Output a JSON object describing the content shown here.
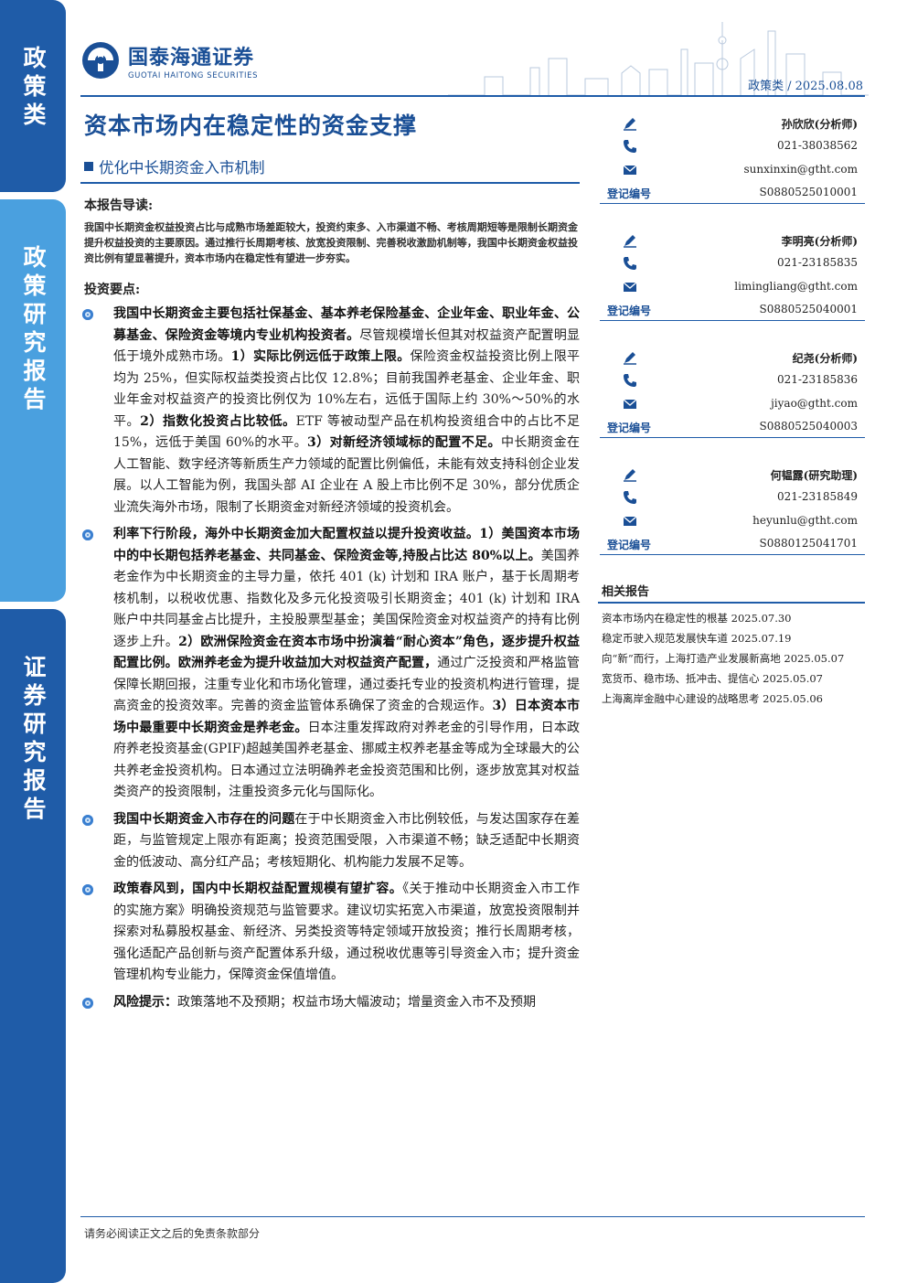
{
  "sidebar": {
    "segment1": "政策类",
    "segment2": "政策研究报告",
    "segment3": "证券研究报告"
  },
  "logo": {
    "cn": "国泰海通证券",
    "en": "GUOTAI HAITONG SECURITIES"
  },
  "header": {
    "category": "政策类",
    "date": "2025.08.08"
  },
  "title": "资本市场内在稳定性的资金支撑",
  "subtitle": "优化中长期资金入市机制",
  "intro": {
    "heading": "本报告导读:",
    "text": "我国中长期资金权益投资占比与成熟市场差距较大，投资约束多、入市渠道不畅、考核周期短等是限制长期资金提升权益投资的主要原因。通过推行长周期考核、放宽投资限制、完善税收激励机制等，我国中长期资金权益投资比例有望显著提升，资本市场内在稳定性有望进一步夯实。"
  },
  "points": {
    "heading": "投资要点:",
    "items": [
      {
        "segments": [
          {
            "b": true,
            "t": "我国中长期资金主要包括社保基金、基本养老保险基金、企业年金、职业年金、公募基金、保险资金等境内专业机构投资者。"
          },
          {
            "b": false,
            "t": "尽管规模增长但其对权益资产配置明显低于境外成熟市场。"
          },
          {
            "b": true,
            "t": "1）实际比例远低于政策上限。"
          },
          {
            "b": false,
            "t": "保险资金权益投资比例上限平均为 25%，但实际权益类投资占比仅 12.8%；目前我国养老基金、企业年金、职业年金对权益资产的投资比例仅为 10%左右，远低于国际上约 30%～50%的水平。"
          },
          {
            "b": true,
            "t": "2）指数化投资占比较低。"
          },
          {
            "b": false,
            "t": "ETF 等被动型产品在机构投资组合中的占比不足 15%，远低于美国 60%的水平。"
          },
          {
            "b": true,
            "t": "3）对新经济领域标的配置不足。"
          },
          {
            "b": false,
            "t": "中长期资金在人工智能、数字经济等新质生产力领域的配置比例偏低，未能有效支持科创企业发展。以人工智能为例，我国头部 AI 企业在 A 股上市比例不足 30%，部分优质企业流失海外市场，限制了长期资金对新经济领域的投资机会。"
          }
        ]
      },
      {
        "segments": [
          {
            "b": true,
            "t": "利率下行阶段，海外中长期资金加大配置权益以提升投资收益。1）美国资本市场中的中长期包括养老基金、共同基金、保险资金等,持股占比达 80%以上。"
          },
          {
            "b": false,
            "t": "美国养老金作为中长期资金的主导力量，依托 401 (k) 计划和 IRA 账户，基于长周期考核机制，以税收优惠、指数化及多元化投资吸引长期资金；401 (k) 计划和 IRA 账户中共同基金占比提升，主投股票型基金；美国保险资金对权益资产的持有比例逐步上升。"
          },
          {
            "b": true,
            "t": "2）欧洲保险资金在资本市场中扮演着“耐心资本”角色，逐步提升权益配置比例。欧洲养老金为提升收益加大对权益资产配置，"
          },
          {
            "b": false,
            "t": "通过广泛投资和严格监管保障长期回报，注重专业化和市场化管理，通过委托专业的投资机构进行管理，提高资金的投资效率。完善的资金监管体系确保了资金的合规运作。"
          },
          {
            "b": true,
            "t": "3）日本资本市场中最重要中长期资金是养老金。"
          },
          {
            "b": false,
            "t": "日本注重发挥政府对养老金的引导作用，日本政府养老投资基金(GPIF)超越美国养老基金、挪威主权养老基金等成为全球最大的公共养老金投资机构。日本通过立法明确养老金投资范围和比例，逐步放宽其对权益类资产的投资限制，注重投资多元化与国际化。"
          }
        ]
      },
      {
        "segments": [
          {
            "b": true,
            "t": "我国中长期资金入市存在的问题"
          },
          {
            "b": false,
            "t": "在于中长期资金入市比例较低，与发达国家存在差距，与监管规定上限亦有距离；投资范围受限，入市渠道不畅；缺乏适配中长期资金的低波动、高分红产品；考核短期化、机构能力发展不足等。"
          }
        ]
      },
      {
        "segments": [
          {
            "b": true,
            "t": "政策春风到，国内中长期权益配置规模有望扩容。"
          },
          {
            "b": false,
            "t": "《关于推动中长期资金入市工作的实施方案》明确投资规范与监管要求。建议切实拓宽入市渠道，放宽投资限制并探索对私募股权基金、新经济、另类投资等特定领域开放投资；推行长周期考核，强化适配产品创新与资产配置体系升级，通过税收优惠等引导资金入市；提升资金管理机构专业能力，保障资金保值增值。"
          }
        ]
      },
      {
        "segments": [
          {
            "b": true,
            "t": "风险提示："
          },
          {
            "b": false,
            "t": "政策落地不及预期；权益市场大幅波动；增量资金入市不及预期"
          }
        ]
      }
    ]
  },
  "analysts": [
    {
      "name": "孙欣欣(分析师)",
      "phone": "021-38038562",
      "email": "sunxinxin@gtht.com",
      "reg_label": "登记编号",
      "reg": "S0880525010001"
    },
    {
      "name": "李明亮(分析师)",
      "phone": "021-23185835",
      "email": "limingliang@gtht.com",
      "reg_label": "登记编号",
      "reg": "S0880525040001"
    },
    {
      "name": "纪尧(分析师)",
      "phone": "021-23185836",
      "email": "jiyao@gtht.com",
      "reg_label": "登记编号",
      "reg": "S0880525040003"
    },
    {
      "name": "何韫露(研究助理)",
      "phone": "021-23185849",
      "email": "heyunlu@gtht.com",
      "reg_label": "登记编号",
      "reg": "S0880125041701"
    }
  ],
  "related": {
    "heading": "相关报告",
    "items": [
      "资本市场内在稳定性的根基  2025.07.30",
      "稳定币驶入规范发展快车道  2025.07.19",
      "向“新”而行，上海打造产业发展新高地 2025.05.07",
      "宽货币、稳市场、抵冲击、提信心  2025.05.07",
      "上海离岸金融中心建设的战略思考  2025.05.06"
    ]
  },
  "footer": "请务必阅读正文之后的免责条款部分",
  "colors": {
    "brand": "#1f5ca8",
    "accent": "#4aa0df"
  }
}
